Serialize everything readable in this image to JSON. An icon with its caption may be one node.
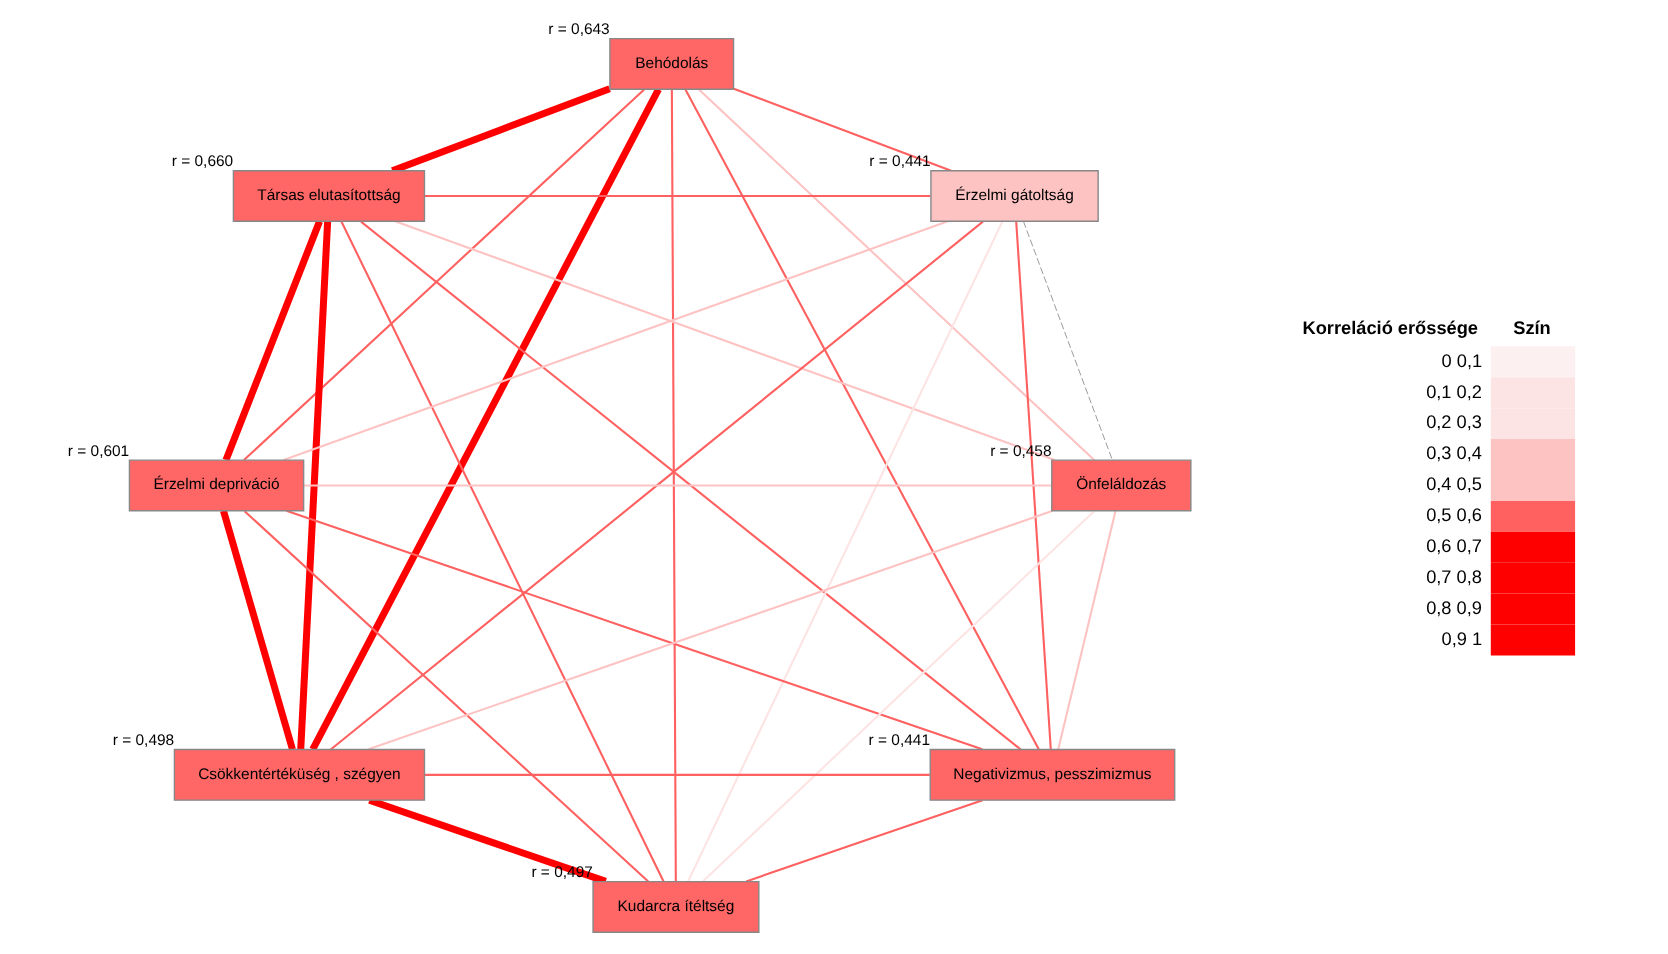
{
  "diagram": {
    "nodes": [
      {
        "text": [
          "Behódolás"
        ],
        "beside": [
          "r = 0,643"
        ]
      },
      {
        "text": [
          "Társas elutasítottság"
        ],
        "beside": [
          "r = 0,660"
        ]
      },
      {
        "text": [
          "Érzelmi gátoltság"
        ],
        "beside": [
          "r = 0,441"
        ]
      },
      {
        "text": [
          "Érzelmi depriváció"
        ],
        "beside": [
          "r = 0,601"
        ]
      },
      {
        "text": [
          "Önfeláldozás"
        ],
        "beside": [
          "r = 0,458"
        ]
      },
      {
        "text": [
          "Csökkentértéküség , szégyen"
        ],
        "beside": [
          "r = 0,498"
        ]
      },
      {
        "text": [
          "Negativizmus, pesszimizmus"
        ],
        "beside": [
          "r = 0,441"
        ]
      },
      {
        "text": [
          "Kudarcra ítéltség"
        ],
        "beside": [
          "r = 0,497"
        ]
      }
    ],
    "edges": [
      {
        "from": 0,
        "to": 1,
        "arrow": "none",
        "style": "thick",
        "color": "#ff0000"
      },
      {
        "from": 0,
        "to": 2,
        "arrow": "none"
      },
      {
        "from": 0,
        "to": 3,
        "arrow": "none"
      },
      {
        "from": 0,
        "to": 4,
        "arrow": "none",
        "color": "#fdc3c3"
      },
      {
        "from": 0,
        "to": 5,
        "arrow": "none",
        "style": "thick",
        "color": "#ff0000"
      },
      {
        "from": 0,
        "to": 6,
        "arrow": "none"
      },
      {
        "from": 0,
        "to": 7,
        "arrow": "none"
      },
      {
        "from": 1,
        "to": 2,
        "arrow": "none"
      },
      {
        "from": 1,
        "to": 3,
        "arrow": "none",
        "style": "thick",
        "color": "#ff0000"
      },
      {
        "from": 1,
        "to": 4,
        "arrow": "none",
        "color": "#fdc3c3"
      },
      {
        "from": 1,
        "to": 5,
        "arrow": "none",
        "style": "thick",
        "color": "#ff0000"
      },
      {
        "from": 1,
        "to": 6,
        "arrow": "none"
      },
      {
        "from": 1,
        "to": 7,
        "arrow": "none"
      },
      {
        "from": 2,
        "to": 3,
        "arrow": "none",
        "color": "#fdc3c3"
      },
      {
        "from": 2,
        "to": 4,
        "arrow": "none",
        "style": "dashed",
        "color": "#999999"
      },
      {
        "from": 2,
        "to": 5,
        "arrow": "none"
      },
      {
        "from": 2,
        "to": 6,
        "arrow": "none"
      },
      {
        "from": 2,
        "to": 7,
        "arrow": "none",
        "color": "#fde4e4"
      },
      {
        "from": 3,
        "to": 4,
        "arrow": "none",
        "color": "#fdc3c3"
      },
      {
        "from": 3,
        "to": 5,
        "arrow": "none",
        "style": "thick",
        "color": "#ff0000"
      },
      {
        "from": 3,
        "to": 6,
        "arrow": "none"
      },
      {
        "from": 3,
        "to": 7,
        "arrow": "none"
      },
      {
        "from": 4,
        "to": 5,
        "arrow": "none",
        "color": "#fdc3c3"
      },
      {
        "from": 4,
        "to": 6,
        "arrow": "none",
        "color": "#fdc3c3"
      },
      {
        "from": 4,
        "to": 7,
        "arrow": "none",
        "color": "#fde4e4"
      },
      {
        "from": 5,
        "to": 6,
        "arrow": "none"
      },
      {
        "from": 5,
        "to": 7,
        "arrow": "none",
        "style": "thick",
        "color": "#ff0000"
      },
      {
        "from": 6,
        "to": 7,
        "arrow": "none"
      }
    ],
    "labels": [
      "Korreláció erőssége",
      "Szín"
    ],
    "legend": [
      {
        "text": "0 0,1",
        "color": "#fdf0f0"
      },
      {
        "text": "0,1 0,2",
        "color": "#fde4e4"
      },
      {
        "text": "0,2 0,3",
        "color": "#fde4e4"
      },
      {
        "text": "0,3 0,4",
        "color": "#fdc3c3"
      },
      {
        "text": "0,4 0,5",
        "color": "#fdc3c3"
      },
      {
        "text": "0,5 0,6",
        "color": "#ff6161"
      },
      {
        "text": "0,6 0,7",
        "color": "#ff0000"
      },
      {
        "text": "0,7 0,8",
        "color": "#ff0000"
      },
      {
        "text": "0,8 0,9",
        "color": "#ff0000"
      },
      {
        "text": "0,9 1",
        "color": "#ff0000"
      }
    ]
  }
}
